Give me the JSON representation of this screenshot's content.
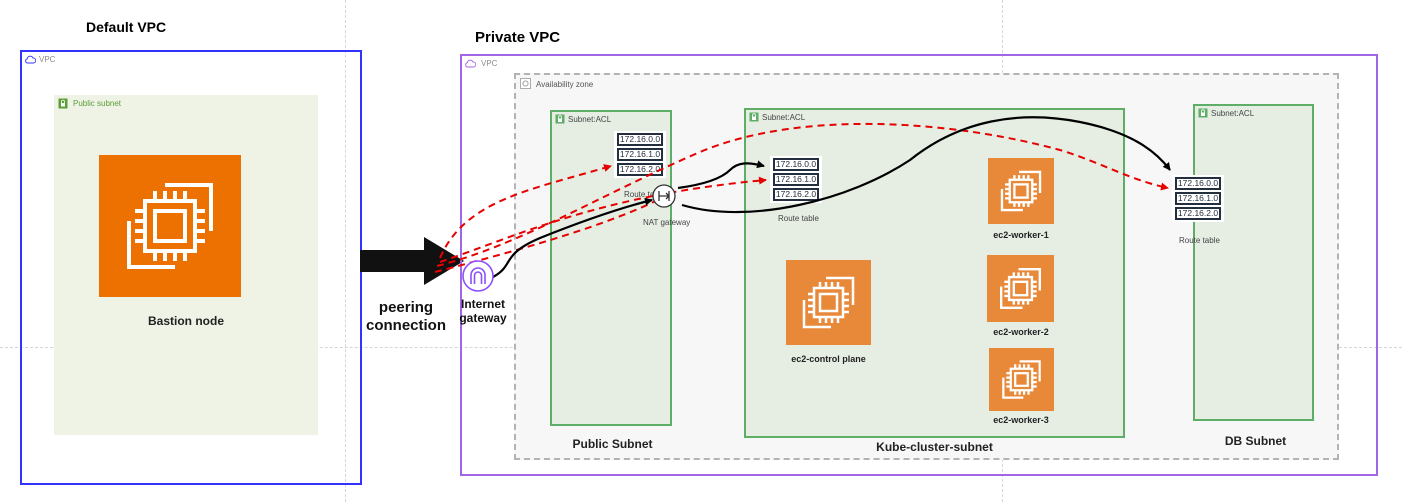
{
  "default_vpc": {
    "title": "Default VPC",
    "vpc_tag": "VPC",
    "public_subnet_tag": "Public subnet",
    "bastion_label": "Bastion node"
  },
  "peering": {
    "line1": "peering",
    "line2": "connection"
  },
  "private_vpc": {
    "title": "Private VPC",
    "vpc_tag": "VPC",
    "az_tag": "Availability zone",
    "internet_gateway": {
      "line1": "Internet",
      "line2": "gateway"
    }
  },
  "public_subnet": {
    "acl_tag": "Subnet:ACL",
    "name": "Public Subnet",
    "route_table": [
      "172.16.0.0",
      "172.16.1.0",
      "172.16.2.0"
    ],
    "route_table_label": "Route table",
    "nat_label": "NAT gateway"
  },
  "kube_subnet": {
    "acl_tag": "Subnet:ACL",
    "name": "Kube-cluster-subnet",
    "route_table": [
      "172.16.0.0",
      "172.16.1.0",
      "172.16.2.0"
    ],
    "route_table_label": "Route table",
    "control_plane": "ec2-control plane",
    "workers": [
      "ec2-worker-1",
      "ec2-worker-2",
      "ec2-worker-3"
    ]
  },
  "db_subnet": {
    "acl_tag": "Subnet:ACL",
    "name": "DB Subnet",
    "route_table": [
      "172.16.0.0",
      "172.16.1.0",
      "172.16.2.0"
    ],
    "route_table_label": "Route table"
  },
  "colors": {
    "default_vpc_border": "#3333ff",
    "private_vpc_border": "#a066e6",
    "subnet_border": "#5fae68",
    "ec2_orange": "#ed7100",
    "dashed_route": "#e60000"
  }
}
